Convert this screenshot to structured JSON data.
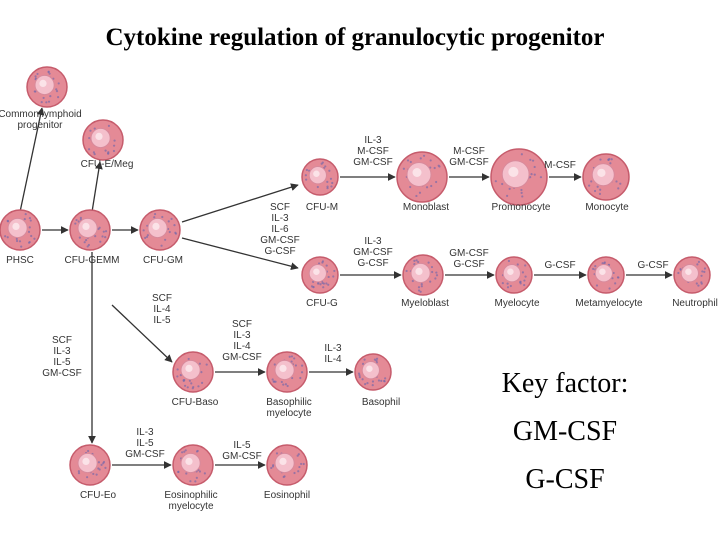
{
  "title": "Cytokine regulation of granulocytic progenitor",
  "key": {
    "heading": "Key factor:",
    "items": [
      "GM-CSF",
      "G-CSF"
    ]
  },
  "cells": {
    "clp": "Common lymphoid\nprogenitor",
    "cfu_e_meg": "CFU-E/Meg",
    "phsc": "PHSC",
    "cfu_gemm": "CFU-GEMM",
    "cfu_gm": "CFU-GM",
    "cfu_m": "CFU-M",
    "monoblast": "Monoblast",
    "promonocyte": "Promonocyte",
    "monocyte": "Monocyte",
    "cfu_g": "CFU-G",
    "myeloblast": "Myeloblast",
    "myelocyte": "Myelocyte",
    "metamyelocyte": "Metamyelocyte",
    "neutrophil": "Neutrophil",
    "cfu_baso": "CFU-Baso",
    "basophilic_myelocyte": "Basophilic\nmyelocyte",
    "basophil": "Basophil",
    "cfu_eo": "CFU-Eo",
    "eosinophilic_myelocyte": "Eosinophilic\nmyelocyte",
    "eosinophil": "Eosinophil"
  },
  "factors": {
    "to_monoblast": "IL-3\nM-CSF\nGM-CSF",
    "to_promonocyte": "M-CSF\nGM-CSF",
    "to_monocyte": "M-CSF",
    "gm_split": "SCF\nIL-3\nIL-6\nGM-CSF\nG-CSF",
    "to_myeloblast": "IL-3\nGM-CSF\nG-CSF",
    "to_myelocyte": "GM-CSF\nG-CSF",
    "to_metamyelocyte": "G-CSF",
    "to_neutrophil": "G-CSF",
    "to_cfu_baso": "SCF\nIL-4\nIL-5",
    "to_basophilic_myelocyte": "SCF\nIL-3\nIL-4\nGM-CSF",
    "to_basophil": "IL-3\nIL-4",
    "to_cfu_eo": "SCF\nIL-3\nIL-5\nGM-CSF",
    "to_eosinophilic_myelocyte": "IL-3\nIL-5\nGM-CSF",
    "to_eosinophil": "IL-5\nGM-CSF"
  },
  "colors": {
    "cytoplasm": "#e48a96",
    "cytoplasm_edge": "#c65c6c",
    "nucleus": "#f4c0cc",
    "granule": "#7a6aa8"
  }
}
